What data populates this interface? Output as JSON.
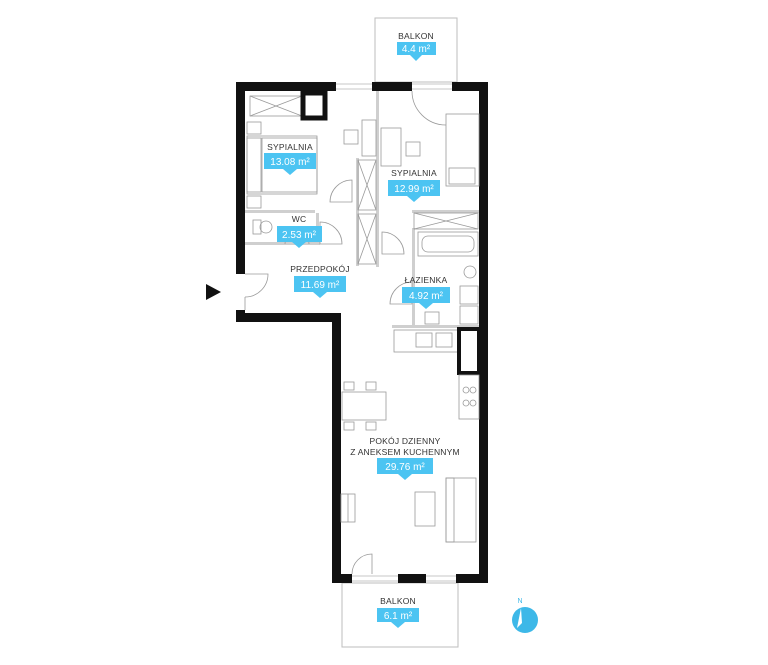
{
  "colors": {
    "accent": "#4cc4f2",
    "wall": "#111111",
    "interior_wall": "#cfcfcf"
  },
  "entrance_marker": "entrance-arrow-icon",
  "compass": {
    "label": "N",
    "icon": "compass-north-icon"
  },
  "rooms": {
    "balcony_top": {
      "name": "BALKON",
      "area": "4.4 m²"
    },
    "bedroom_1": {
      "name": "SYPIALNIA",
      "area": "13.08 m²"
    },
    "bedroom_2": {
      "name": "SYPIALNIA",
      "area": "12.99 m²"
    },
    "wc": {
      "name": "WC",
      "area": "2.53 m²"
    },
    "hall": {
      "name": "PRZEDPOKÓJ",
      "area": "11.69 m²"
    },
    "bathroom": {
      "name": "ŁAZIENKA",
      "area": "4.92 m²"
    },
    "living": {
      "name_line1": "POKÓJ DZIENNY",
      "name_line2": "Z ANEKSEM KUCHENNYM",
      "area": "29.76 m²"
    },
    "balcony_bottom": {
      "name": "BALKON",
      "area": "6.1 m²"
    }
  }
}
